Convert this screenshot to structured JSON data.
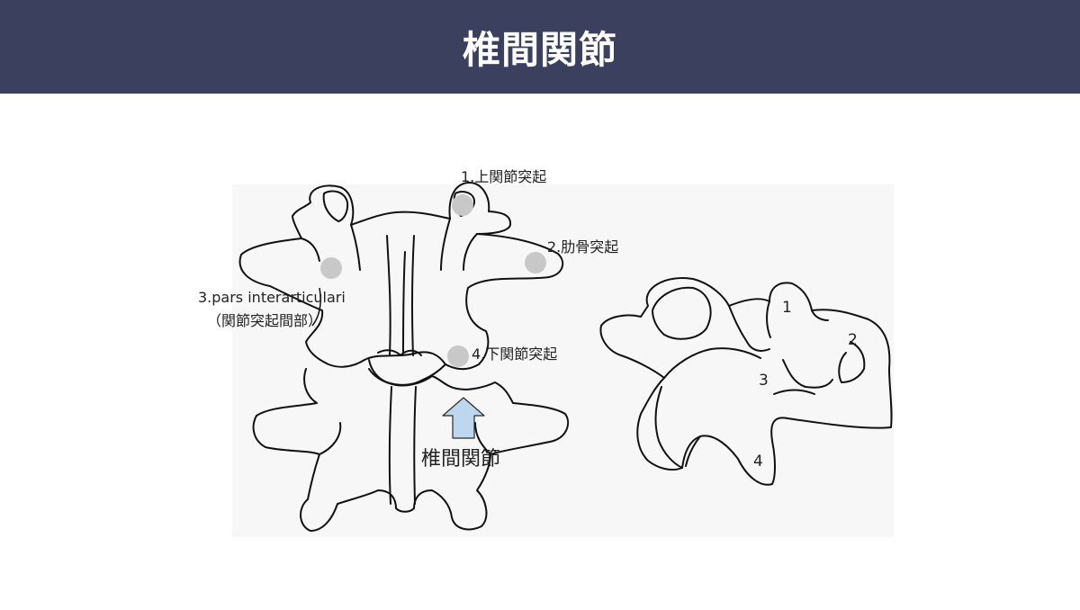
{
  "title": "椎間関節",
  "labels": {
    "superior": "1.上関節突起",
    "transverse": "2.肋骨突起",
    "pars_line1": "3.pars interarticulari",
    "pars_line2": "（関節突起間部）",
    "inferior": "4.下関節突起",
    "facet": "椎間関節"
  },
  "side_numbers": [
    "1",
    "2",
    "3",
    "4"
  ],
  "colors": {
    "header": "#3a405e",
    "marker": "#c8c8c8",
    "arrow_fill": "#bdd7ee",
    "arrow_stroke": "#2a2a2a"
  }
}
